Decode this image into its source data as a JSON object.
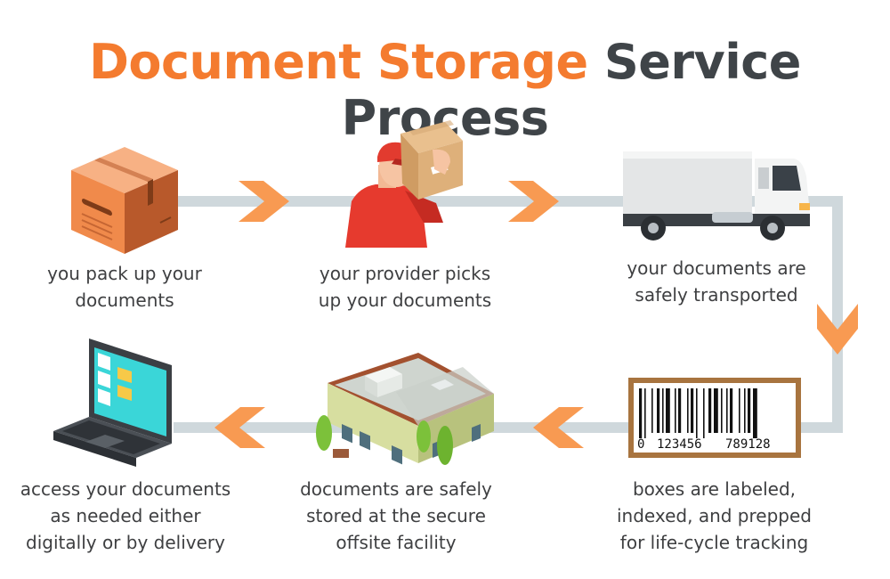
{
  "title": {
    "part1": "Document Storage",
    "part2": "Service Process"
  },
  "colors": {
    "accent_orange": "#f47b2f",
    "arrow_orange": "#f89a52",
    "dark_text": "#3f4448",
    "connector_gray": "#cfd8dc"
  },
  "steps": [
    {
      "icon": "cardboard-box-icon",
      "lines": [
        "you pack up your",
        "documents"
      ]
    },
    {
      "icon": "delivery-person-icon",
      "lines": [
        "your provider picks",
        "up your documents"
      ]
    },
    {
      "icon": "truck-icon",
      "lines": [
        "your documents are",
        "safely transported"
      ]
    },
    {
      "icon": "barcode-label-icon",
      "lines": [
        "boxes are labeled,",
        "indexed, and prepped",
        "for life-cycle tracking"
      ]
    },
    {
      "icon": "storage-facility-icon",
      "lines": [
        "documents are safely",
        "stored at the secure",
        "offsite facility"
      ]
    },
    {
      "icon": "laptop-icon",
      "lines": [
        "access your documents",
        "as needed either",
        "digitally or by delivery"
      ]
    }
  ],
  "barcode": {
    "digits_left": "0",
    "digits_mid": "123456",
    "digits_right": "789128"
  }
}
